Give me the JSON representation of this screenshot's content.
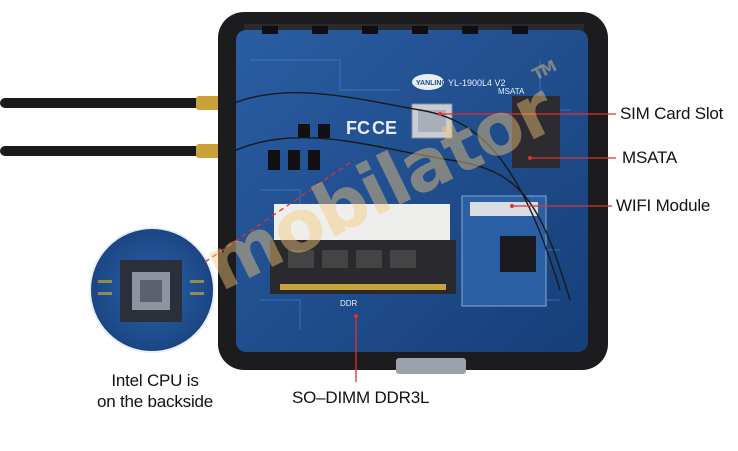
{
  "callouts": {
    "sim_card_slot": "SIM Card Slot",
    "msata": "MSATA",
    "wifi_module": "WIFI Module",
    "intel_cpu_line1": "Intel CPU is",
    "intel_cpu_line2": "on the backside",
    "so_dimm": "SO–DIMM DDR3L"
  },
  "board_marks": {
    "brand": "YANLING",
    "model": "YL-1900L4 V2",
    "fc": "FC",
    "ce": "CE",
    "msata_silk": "MSATA",
    "ddr_silk": "DDR"
  },
  "watermark": {
    "text": "mobilator",
    "tm": "TM"
  },
  "colors": {
    "board": "#1f4e8c",
    "case": "#1c1c1e",
    "label_line": "#e03030"
  }
}
